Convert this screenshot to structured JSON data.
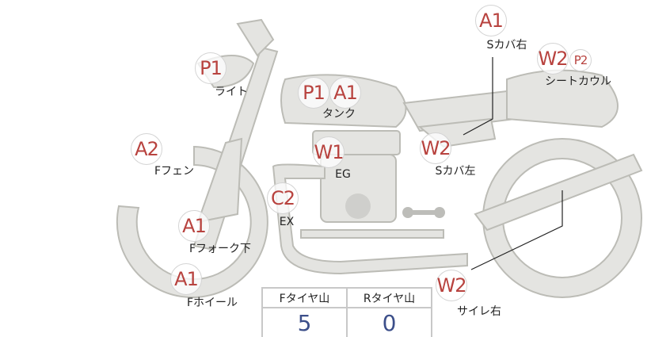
{
  "parts": [
    {
      "name": "light",
      "label": "ライト",
      "codes": [
        "P1"
      ]
    },
    {
      "name": "tank",
      "label": "タンク",
      "codes": [
        "P1",
        "A1"
      ]
    },
    {
      "name": "front-fender",
      "label": "Fフェン",
      "codes": [
        "A2"
      ]
    },
    {
      "name": "front-fork",
      "label": "Fフォーク下",
      "codes": [
        "A1"
      ]
    },
    {
      "name": "front-wheel",
      "label": "Fホイール",
      "codes": [
        "A1"
      ]
    },
    {
      "name": "engine",
      "label": "EG",
      "codes": [
        "W1"
      ]
    },
    {
      "name": "exhaust",
      "label": "EX",
      "codes": [
        "C2"
      ]
    },
    {
      "name": "side-cover-left",
      "label": "Sカバ左",
      "codes": [
        "W2"
      ]
    },
    {
      "name": "side-cover-right",
      "label": "Sカバ右",
      "codes": [
        "A1"
      ]
    },
    {
      "name": "seat-cowl",
      "label": "シートカウル",
      "codes": [
        "W2",
        "P2"
      ]
    },
    {
      "name": "silencer-right",
      "label": "サイレ右",
      "codes": [
        "W2"
      ]
    }
  ],
  "tread": {
    "headers": [
      "Fタイヤ山",
      "Rタイヤ山"
    ],
    "values": [
      "5",
      "0"
    ]
  },
  "colors": {
    "code": "#b8433f",
    "value": "#3c4f8a",
    "body": "#e4e4e1"
  }
}
